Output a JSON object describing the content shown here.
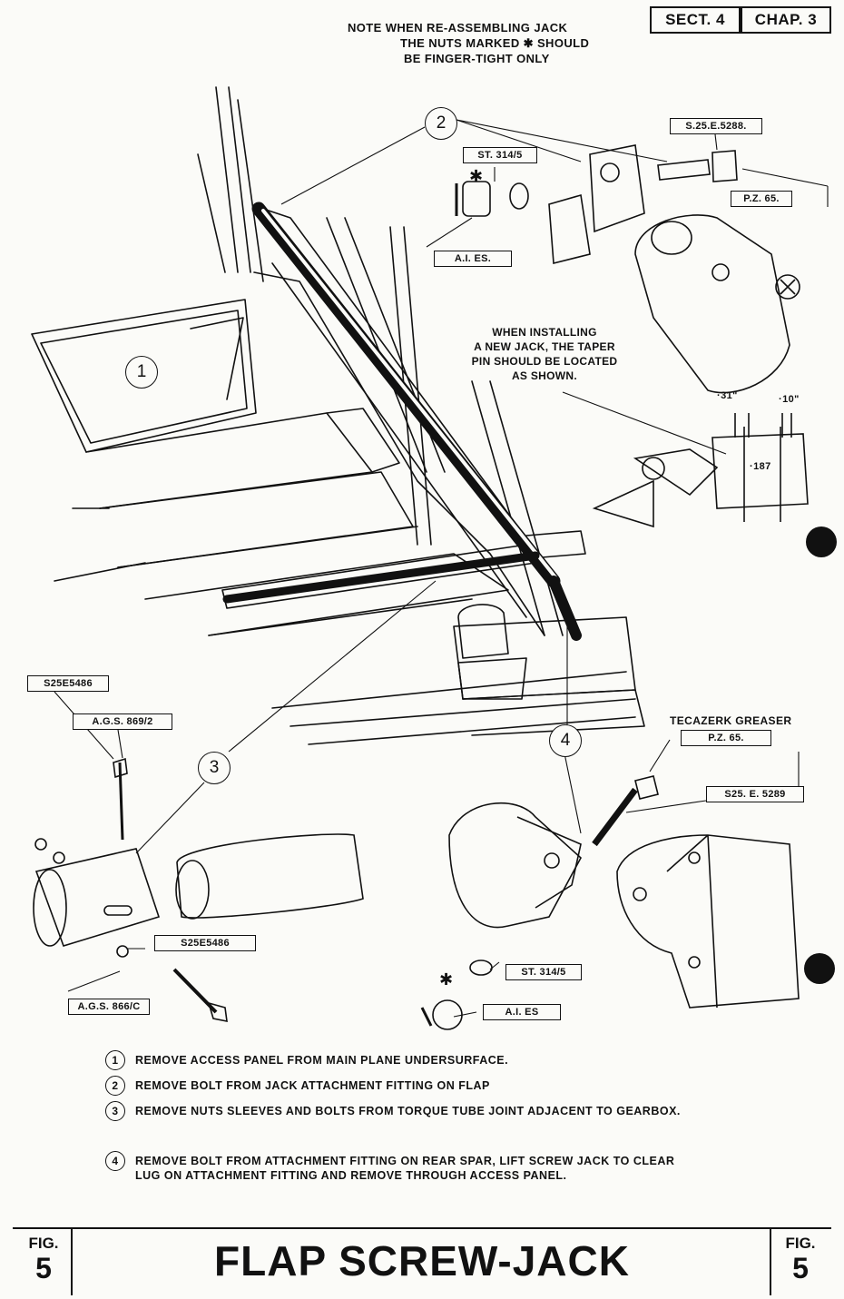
{
  "header": {
    "sect": "SECT. 4",
    "chap": "CHAP. 3"
  },
  "note": {
    "line1": "NOTE  WHEN  RE-ASSEMBLING  JACK",
    "line2": "THE  NUTS  MARKED ✱ SHOULD",
    "line3": "BE  FINGER-TIGHT  ONLY"
  },
  "callouts": {
    "c1": "1",
    "c2": "2",
    "c3": "3",
    "c4": "4"
  },
  "labels": {
    "s25e5288": "S.25.E.5288.",
    "st3145_top": "ST. 314/5",
    "pz65_top": "P.Z. 65.",
    "aies_top": "A.I. ES.",
    "s25e5486_a": "S25E5486",
    "ags8692": "A.G.S. 869/2",
    "s25e5486_b": "S25E5486",
    "ags866c": "A.G.S. 866/C",
    "greaser": "TECAZERK  GREASER",
    "pz65_bot": "P.Z. 65.",
    "s25e5289": "S25. E. 5289",
    "st3145_bot": "ST. 314/5",
    "aies_bot": "A.I. ES"
  },
  "install_note": {
    "line1": "WHEN  INSTALLING",
    "line2": "A  NEW  JACK,  THE  TAPER",
    "line3": "PIN  SHOULD  BE  LOCATED",
    "line4": "AS  SHOWN."
  },
  "dims": {
    "d31": "·31\"",
    "d10": "·10\"",
    "d187": "·187"
  },
  "steps": [
    {
      "num": "1",
      "text": "REMOVE  ACCESS  PANEL  FROM  MAIN  PLANE  UNDERSURFACE."
    },
    {
      "num": "2",
      "text": "REMOVE  BOLT  FROM  JACK  ATTACHMENT  FITTING  ON  FLAP"
    },
    {
      "num": "3",
      "text": "REMOVE  NUTS  SLEEVES  AND  BOLTS  FROM  TORQUE  TUBE  JOINT  ADJACENT  TO  GEARBOX."
    },
    {
      "num": "4",
      "text": "REMOVE  BOLT  FROM  ATTACHMENT  FITTING  ON  REAR  SPAR,  LIFT  SCREW  JACK  TO  CLEAR",
      "text2": "LUG  ON  ATTACHMENT  FITTING   AND  REMOVE  THROUGH  ACCESS  PANEL."
    }
  ],
  "footer": {
    "fig_label": "FIG.",
    "fig_num": "5",
    "title": "FLAP  SCREW-JACK"
  }
}
